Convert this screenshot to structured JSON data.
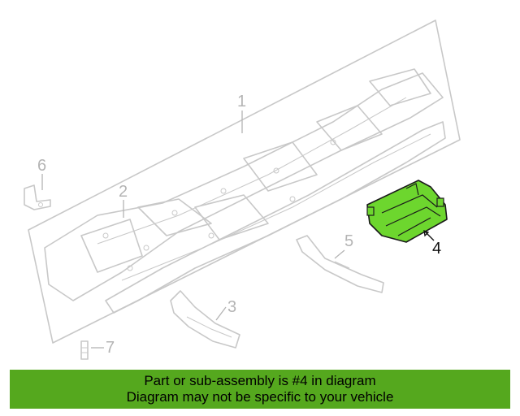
{
  "diagram": {
    "callouts": {
      "c1": "1",
      "c2": "2",
      "c3": "3",
      "c4": "4",
      "c5": "5",
      "c6": "6",
      "c7": "7"
    },
    "highlighted_part": "4",
    "highlight_color": "#6dd62e"
  },
  "banner": {
    "line1": "Part or sub-assembly is #4 in diagram",
    "line2": "Diagram may not be specific to your vehicle",
    "background": "#55a81e"
  }
}
